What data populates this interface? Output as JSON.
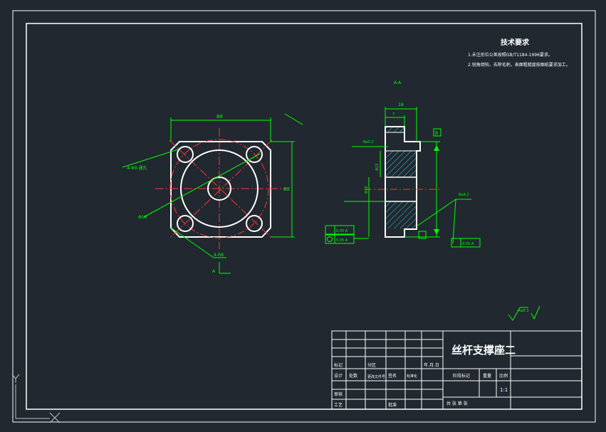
{
  "colors": {
    "background": "#212830",
    "frame": "#ffffff",
    "geometry": "#ffffff",
    "dimension": "#00ff00",
    "centerline": "#ff3333",
    "hatch": "#33cccc",
    "axis_icon": "#c0c0c0"
  },
  "tech_req": {
    "title": "技术要求",
    "line1": "1.未注形位公差按照GB/T1184-1996要求。",
    "line2": "2.锐角倒钝，去除毛刺，表面粗糙度按图纸要求加工。"
  },
  "front_view": {
    "dim_top": "88",
    "dim_right": "88",
    "dim_bottom": "4-R8",
    "holes_label": "4-Φ9 通孔",
    "center_bore_label": "Φ18",
    "datum_label": "A"
  },
  "side_view": {
    "top_label": "A-A",
    "dim_top": "18",
    "dim_small": "7",
    "surface_left": "Ra3.2",
    "surface_right": "Ra3.2",
    "vertical_left": "Φ22",
    "vertical_mid": "Φ18",
    "datum_right": "B",
    "tol_left_1": "0.05 A",
    "tol_left_2": "0.05 A",
    "tol_right": "0.05 A"
  },
  "roughness_note": "Ra6.3",
  "title_block": {
    "part_name": "丝杆支撑座二",
    "marks": "标记",
    "count": "处数",
    "zone": "分区",
    "change_doc": "更改文件号",
    "signature": "签名",
    "date": "年.月.日",
    "designer": "设计",
    "standardize": "标准化",
    "stage_mark": "阶段标记",
    "weight": "重量",
    "ratio": "比例",
    "scale_value": "1:1",
    "reviewer": "审核",
    "process": "工艺",
    "approve": "批准",
    "sheets": "共 张 第 张"
  },
  "ucs": {
    "y_label": "Y",
    "x_label": "X"
  }
}
